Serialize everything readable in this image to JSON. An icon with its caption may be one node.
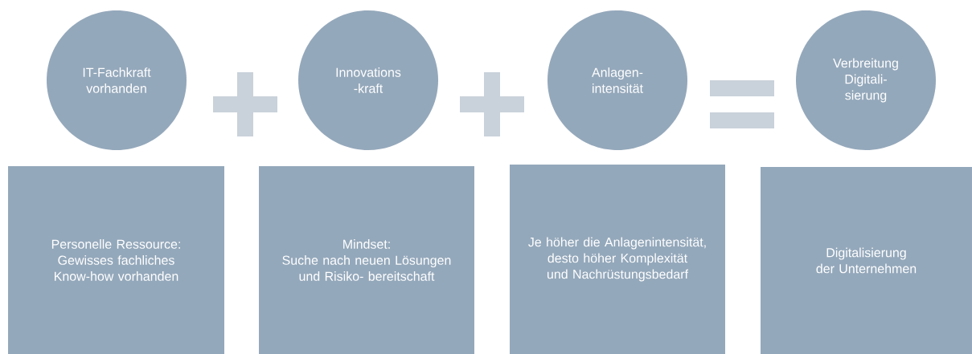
{
  "diagram": {
    "nodes": [
      {
        "text": [
          "IT-Fachkraft vorhanden"
        ]
      },
      {
        "text": [
          "Innovations -kraft"
        ]
      },
      {
        "text": [
          "Anlagen- intensität"
        ]
      },
      {
        "text": [
          "Verbreitung Digitali- sierung"
        ]
      },
      {
        "text": [
          "Personelle Ressource: Gewisses fachliches Know-how vorhanden"
        ]
      },
      {
        "text": [
          "Mindset:",
          "Suche nach neuen Lösungen und Risiko- bereitschaft"
        ]
      },
      {
        "text": [
          "Je höher die Anlagenintensität, desto höher Komplexität und Nachrüstungsbedarf"
        ]
      },
      {
        "text": [
          "Digitalisierung der Unternehmen"
        ]
      }
    ]
  }
}
